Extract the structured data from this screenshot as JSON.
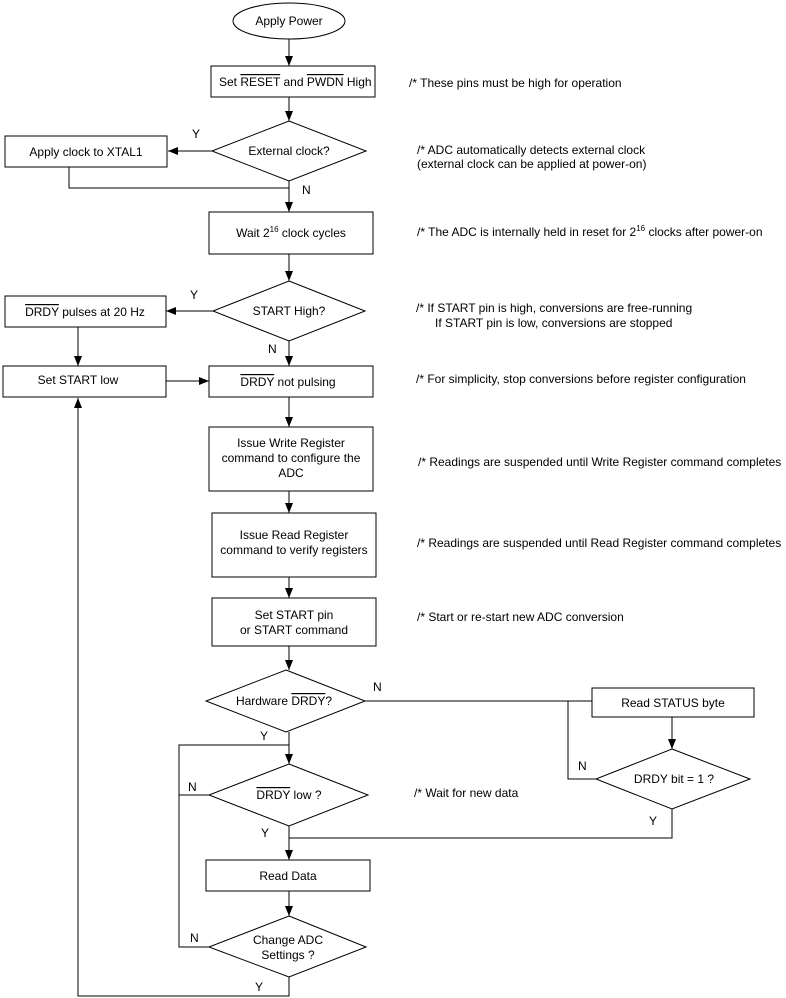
{
  "nodes": {
    "apply_power": "Apply Power",
    "set_reset_pwdn": {
      "pre": "Set ",
      "reset": "RESET",
      "and": " and ",
      "pwdn": "PWDN",
      "post": " High"
    },
    "external_clock_q": "External clock?",
    "apply_clock_xtal1": "Apply clock to XTAL1",
    "wait_cycles": {
      "pre": "Wait 2",
      "sup": "16",
      "post": " clock cycles"
    },
    "start_high_q": "START High?",
    "drdy_pulses": {
      "drdy": "DRDY",
      "post": " pulses at 20 Hz"
    },
    "set_start_low": "Set START low",
    "drdy_not_pulsing": {
      "drdy": "DRDY",
      "post": " not pulsing"
    },
    "write_register": [
      "Issue Write Register",
      "command to configure the",
      "ADC"
    ],
    "read_register": [
      "Issue Read Register",
      "command to verify registers"
    ],
    "set_start_pin": [
      "Set START pin",
      "or START command"
    ],
    "hardware_drdy_q": {
      "pre": "Hardware ",
      "drdy": "DRDY",
      "post": "?"
    },
    "read_status": "Read STATUS byte",
    "drdy_bit_q": "DRDY bit = 1 ?",
    "drdy_low_q": {
      "drdy": "DRDY",
      "post": " low ?"
    },
    "read_data": "Read Data",
    "change_settings_q": [
      "Change ADC",
      "Settings ?"
    ]
  },
  "edge_labels": {
    "yes": "Y",
    "no": "N"
  },
  "comments": {
    "pins_high": "/* These pins must be high for operation",
    "ext_clock": [
      "/* ADC automatically detects external clock",
      "(external clock can be applied at power-on)"
    ],
    "reset_hold": {
      "pre": "/* The ADC is internally held in reset for 2",
      "sup": "16",
      "post": " clocks after power-on"
    },
    "start_pin": [
      "/* If START pin is high, conversions are free-running",
      "If START pin is low, conversions are stopped"
    ],
    "simplicity": "/* For simplicity, stop conversions before register configuration",
    "write_suspend": "/* Readings are suspended until Write Register command completes",
    "read_suspend": "/* Readings are suspended until Read Register command completes",
    "restart": "/* Start or re-start new ADC conversion",
    "wait_data": "/* Wait for new data"
  }
}
